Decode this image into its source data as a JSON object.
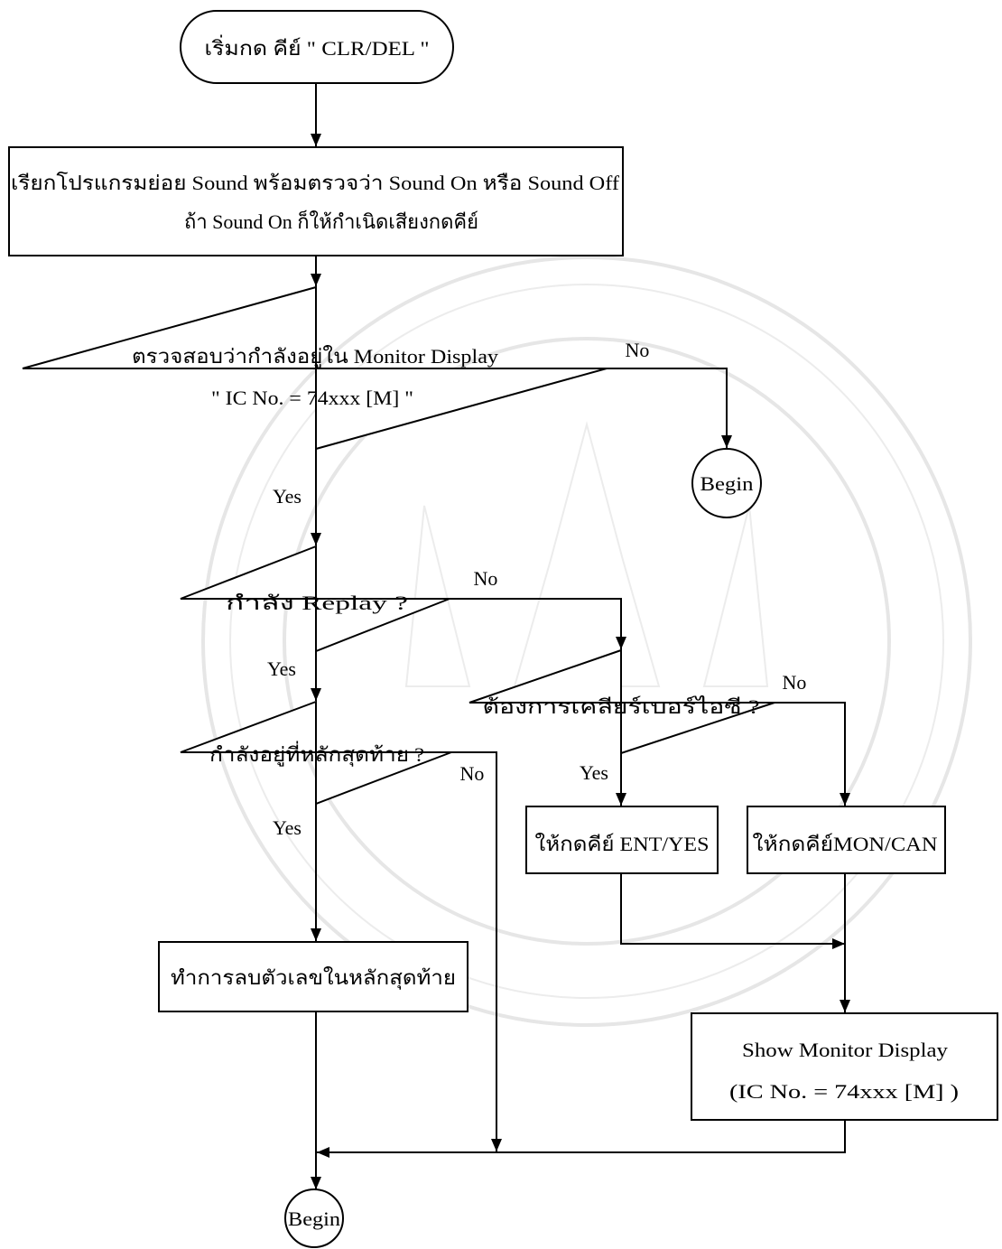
{
  "start": {
    "label": "เริ่มกด คีย์ \" CLR/DEL \""
  },
  "sound_process": {
    "line1": "เรียกโปรแกรมย่อย Sound พร้อมตรวจว่า Sound On หรือ Sound Off",
    "line2": "ถ้า  Sound On  ก็ให้กำเนิดเสียงกดคีย์"
  },
  "check_monitor": {
    "line1": "ตรวจสอบว่ากำลังอยู่ใน Monitor Display",
    "line2": "\" IC No. = 74xxx [M] \""
  },
  "check_replay": {
    "label": "กำลัง Replay ?"
  },
  "check_clear": {
    "label": "ต้องการเคลียร์เบอร์ไอซี ?"
  },
  "check_last_digit": {
    "label": "กำลังอยู่ที่หลักสุดท้าย ?"
  },
  "press_ent": {
    "label": "ให้กดคีย์ ENT/YES"
  },
  "press_mon": {
    "label": "ให้กดคีย์MON/CAN"
  },
  "delete_digit": {
    "label": "ทำการลบตัวเลขในหลักสุดท้าย"
  },
  "show_monitor": {
    "line1": "Show Monitor Display",
    "line2": "(IC No. = 74xxx [M] )"
  },
  "begin_right": {
    "label": "Begin"
  },
  "begin_bottom": {
    "label": "Begin"
  },
  "edge_labels": {
    "monitor_no": "No",
    "monitor_yes": "Yes",
    "replay_no": "No",
    "replay_yes": "Yes",
    "clear_no": "No",
    "clear_yes": "Yes",
    "last_digit_no": "No",
    "last_digit_yes": "Yes"
  }
}
